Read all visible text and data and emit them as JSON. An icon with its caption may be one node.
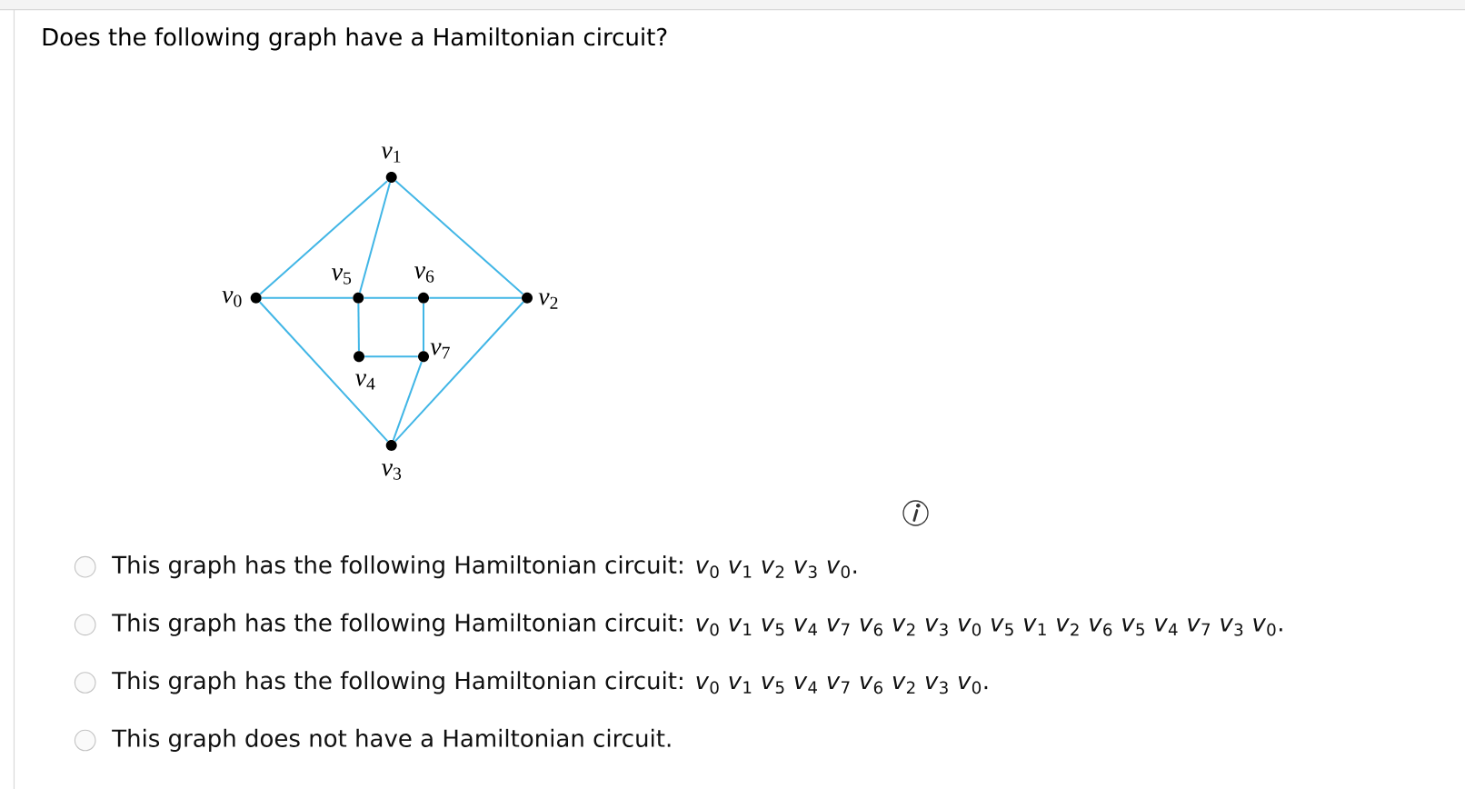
{
  "diagram": {
    "title": "Does the following graph have a Hamiltonian circuit?",
    "nodes": [
      {
        "text": [],
        "shape": "circle",
        "beside": [
          "*v*$_{1}$"
        ]
      },
      {
        "text": [],
        "shape": "circle",
        "beside": [
          "*v*$_{0}$"
        ]
      },
      {
        "text": [],
        "shape": "circle",
        "beside": [
          "*v*$_{5}$"
        ]
      },
      {
        "text": [],
        "shape": "circle",
        "beside": [
          "*v*$_{6}$"
        ]
      },
      {
        "text": [],
        "shape": "circle",
        "beside": [
          "*v*$_{2}$"
        ]
      },
      {
        "text": [],
        "shape": "circle",
        "beside": [
          "*v*$_{4}$"
        ]
      },
      {
        "text": [],
        "shape": "circle",
        "beside": [
          "*v*$_{7}$"
        ]
      },
      {
        "text": [],
        "shape": "circle",
        "beside": [
          "*v*$_{3}$"
        ]
      }
    ],
    "edges": [
      {
        "from": 1,
        "to": 0,
        "arrow": "none"
      },
      {
        "from": 0,
        "to": 4,
        "arrow": "none"
      },
      {
        "from": 4,
        "to": 7,
        "arrow": "none"
      },
      {
        "from": 7,
        "to": 1,
        "arrow": "none"
      },
      {
        "from": 1,
        "to": 2,
        "arrow": "none"
      },
      {
        "from": 2,
        "to": 3,
        "arrow": "none"
      },
      {
        "from": 3,
        "to": 4,
        "arrow": "none"
      },
      {
        "from": 0,
        "to": 2,
        "arrow": "none"
      },
      {
        "from": 2,
        "to": 5,
        "arrow": "none"
      },
      {
        "from": 5,
        "to": 6,
        "arrow": "none"
      },
      {
        "from": 3,
        "to": 6,
        "arrow": "none"
      },
      {
        "from": 6,
        "to": 7,
        "arrow": "none"
      }
    ],
    "labels": [
      "This graph has the following Hamiltonian circuit: *v*$_{0}$ *v*$_{1}$ *v*$_{2}$ *v*$_{3}$ *v*$_{0}$.",
      "This graph has the following Hamiltonian circuit: *v*$_{0}$ *v*$_{1}$ *v*$_{5}$ *v*$_{4}$ *v*$_{7}$ *v*$_{6}$ *v*$_{2}$ *v*$_{3}$ *v*$_{0}$ *v*$_{5}$ *v*$_{1}$ *v*$_{2}$ *v*$_{6}$ *v*$_{5}$ *v*$_{4}$ *v*$_{7}$ *v*$_{3}$ *v*$_{0}$.",
      "This graph has the following Hamiltonian circuit: *v*$_{0}$ *v*$_{1}$ *v*$_{5}$ *v*$_{4}$ *v*$_{7}$ *v*$_{6}$ *v*$_{2}$ *v*$_{3}$ *v*$_{0}$.",
      "This graph does not have a Hamiltonian circuit."
    ]
  }
}
